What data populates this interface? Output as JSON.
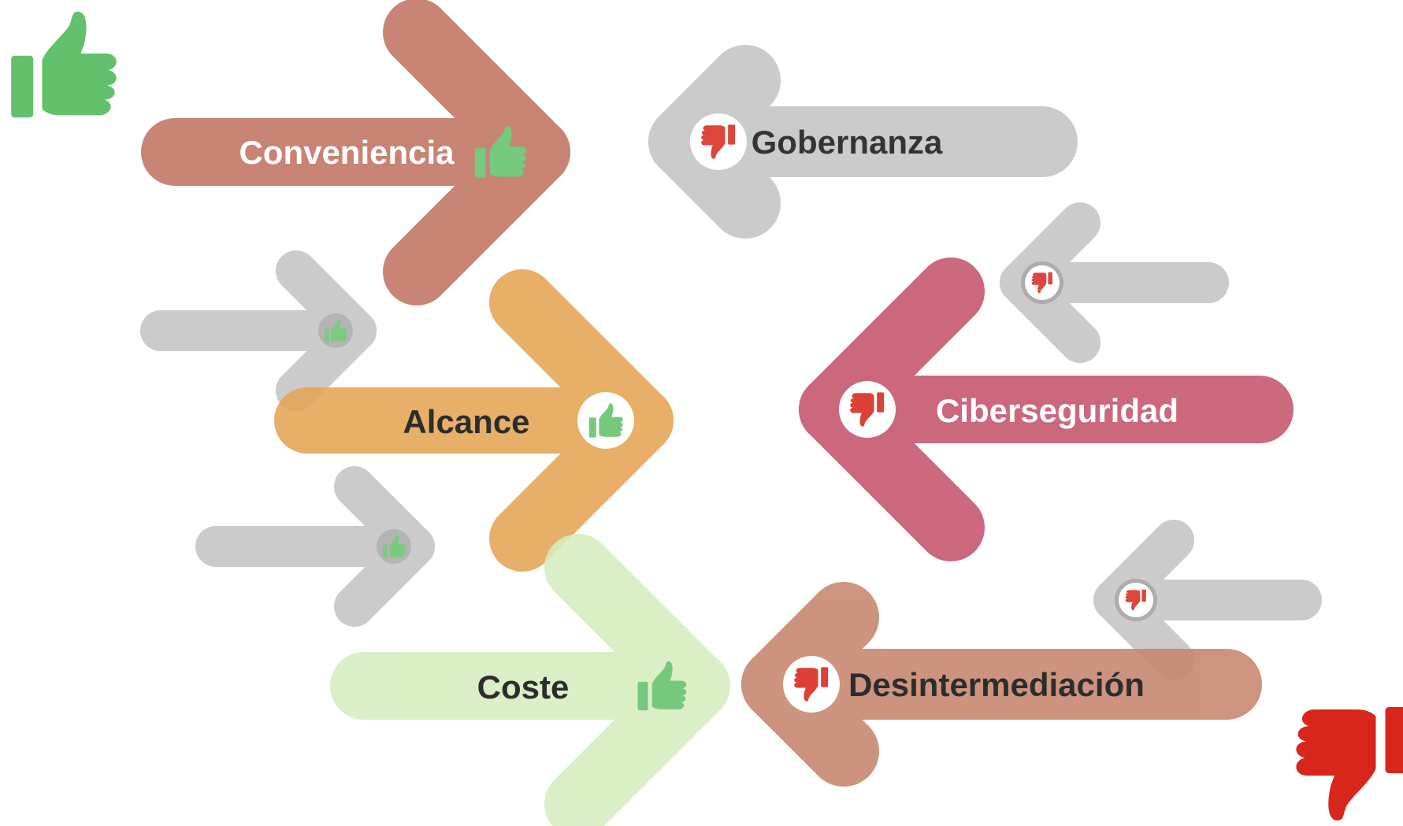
{
  "colors": {
    "positive_icon": "#63C16B",
    "negative_icon": "#D9261C",
    "neutral_arrow": "#C2C2C2"
  },
  "icons": {
    "positive": "thumbs-up-icon",
    "negative": "thumbs-down-icon"
  },
  "arrows": [
    {
      "id": "conveniencia",
      "label": "Conveniencia",
      "direction": "right",
      "sentiment": "positive",
      "color": "#C07462",
      "text_color": "#FFFFFF"
    },
    {
      "id": "gobernanza",
      "label": "Gobernanza",
      "direction": "left",
      "sentiment": "negative",
      "color": "#C2C2C2",
      "text_color": "#111111"
    },
    {
      "id": "alcance",
      "label": "Alcance",
      "direction": "right",
      "sentiment": "positive",
      "color": "#E4A453",
      "text_color": "#111111"
    },
    {
      "id": "ciberseguridad",
      "label": "Ciberseguridad",
      "direction": "left",
      "sentiment": "negative",
      "color": "#C4546D",
      "text_color": "#FFFFFF"
    },
    {
      "id": "coste",
      "label": "Coste",
      "direction": "right",
      "sentiment": "positive",
      "color": "#D5EDBF",
      "text_color": "#111111"
    },
    {
      "id": "desintermediacion",
      "label": "Desintermediación",
      "direction": "left",
      "sentiment": "negative",
      "color": "#C6866D",
      "text_color": "#111111"
    }
  ],
  "minor_arrows": [
    {
      "id": "minor-1",
      "direction": "right",
      "sentiment": "positive",
      "color": "#C2C2C2"
    },
    {
      "id": "minor-2",
      "direction": "right",
      "sentiment": "positive",
      "color": "#C2C2C2"
    },
    {
      "id": "minor-3",
      "direction": "left",
      "sentiment": "negative",
      "color": "#C2C2C2"
    },
    {
      "id": "minor-4",
      "direction": "left",
      "sentiment": "negative",
      "color": "#C2C2C2"
    }
  ]
}
